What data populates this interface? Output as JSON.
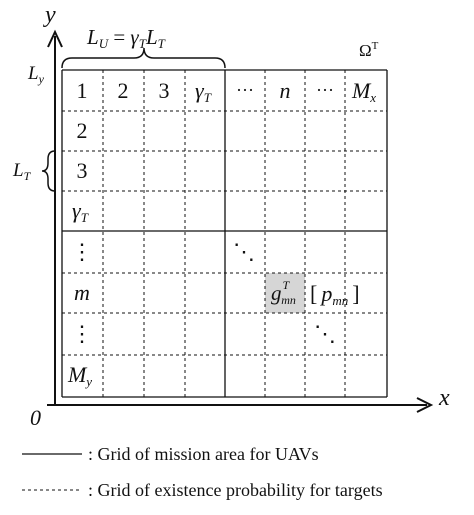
{
  "axes": {
    "y_label": "y",
    "x_label": "x",
    "origin": "0"
  },
  "region_label": {
    "base": "Ω",
    "sup": "T"
  },
  "brace_top": {
    "L": "L",
    "U": "U",
    "eq": " = ",
    "gamma": "γ",
    "T1": "T",
    "L2": "L",
    "T2": "T"
  },
  "y_axis_label": {
    "L": "L",
    "y": "y"
  },
  "brace_left": {
    "L": "L",
    "T": "T"
  },
  "top_row": {
    "c1": "1",
    "c2": "2",
    "c3": "3",
    "c4_gamma": "γ",
    "c4_sub": "T",
    "c5": "···",
    "c6": "n",
    "c7": "···",
    "c8_base": "M",
    "c8_sub": "x"
  },
  "left_col": {
    "r2": "2",
    "r3": "3",
    "r4_gamma": "γ",
    "r4_sub": "T",
    "r5": "⋮",
    "r6": "m",
    "r7": "⋮",
    "r8_base": "M",
    "r8_sub": "y"
  },
  "diagonal_dots": {
    "d1": "⋱",
    "d2": "⋱"
  },
  "highlight_cell": {
    "base": "g",
    "sup": "T",
    "sub": "mn",
    "bracket_open": "[",
    "p": "p",
    "p_sub": "mn",
    "bracket_close": "]",
    "fill": "#d6d6d6"
  },
  "legend": {
    "solid": ": Grid of mission area for UAVs",
    "dashed": ": Grid of existence probability for targets"
  },
  "colors": {
    "line": "#111111",
    "background": "#ffffff"
  }
}
